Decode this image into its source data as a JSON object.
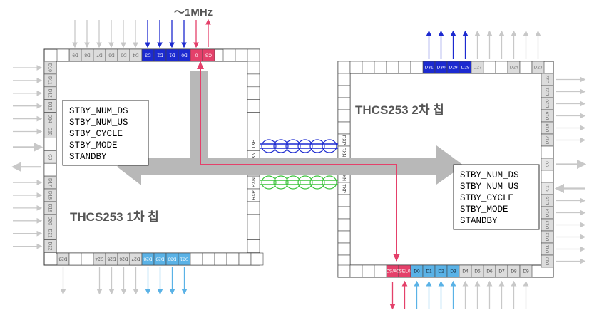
{
  "frequency_label": "～1MHz",
  "chip1": {
    "title": "THCS253 1차 칩",
    "registers": [
      "STBY_NUM_DS",
      "STBY_NUM_US",
      "STBY_CYCLE",
      "STBY_MODE",
      "STANDBY"
    ],
    "top_pins": [
      "D9",
      "D8",
      "D7",
      "D6",
      "D5",
      "D4",
      "D3",
      "D2",
      "D1",
      "D0",
      "0",
      "CS"
    ],
    "left_pins": [
      "D10",
      "D11",
      "D12",
      "D13",
      "D14",
      "D15",
      "",
      "C0",
      "",
      "D17",
      "D18",
      "D19",
      "D20",
      "D21",
      "D22"
    ],
    "bottom_pins": [
      "D23",
      "",
      "",
      "D24",
      "D25",
      "D26",
      "D27",
      "D28",
      "D29",
      "D30",
      "D31"
    ],
    "link_pins_top": [
      "TXP",
      "TXN"
    ],
    "link_pins_bottom": [
      "RXN",
      "RXP"
    ]
  },
  "chip2": {
    "title": "THCS253 2차 칩",
    "registers": [
      "STBY_NUM_DS",
      "STBY_NUM_US",
      "STBY_CYCLE",
      "STBY_MODE",
      "STANDBY"
    ],
    "top_pins": [
      "D31",
      "D30",
      "D29",
      "D28",
      "D27",
      "",
      "",
      "D24",
      "",
      "D23"
    ],
    "right_pins": [
      "D22",
      "D21",
      "D20",
      "D19",
      "D18",
      "D17",
      "",
      "C0",
      "",
      "C1",
      "D15",
      "D14",
      "D13",
      "D12",
      "D11",
      "D10"
    ],
    "bottom_pins": [
      "CS/A0",
      "SEL0",
      "D0",
      "D1",
      "D2",
      "D3",
      "D4",
      "D5",
      "D6",
      "D7",
      "D8",
      "D9"
    ],
    "link_pins_top": [
      "RXP",
      "RXN"
    ],
    "link_pins_bottom": [
      "TXN",
      "TXP"
    ]
  }
}
